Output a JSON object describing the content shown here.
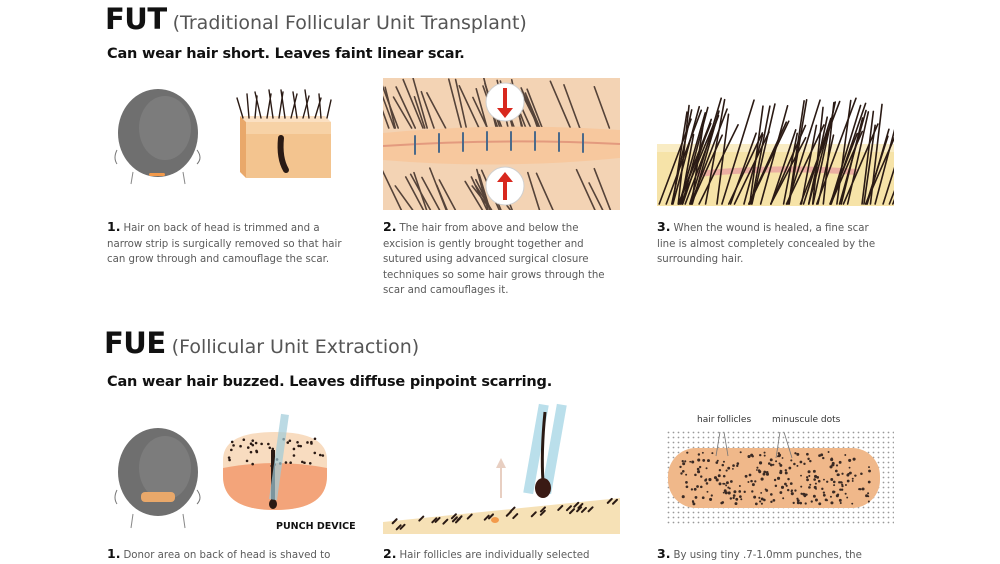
{
  "fut": {
    "abbr": "FUT",
    "full": "(Traditional Follicular Unit Transplant)",
    "subtitle": "Can wear hair short. Leaves faint linear scar.",
    "steps": [
      {
        "num": "1.",
        "text": "Hair on back of head  is trimmed and a narrow strip is surgically removed so that hair can grow through and camouflage the scar."
      },
      {
        "num": "2.",
        "text": "The hair from above and below the excision is gently brought together and sutured using advanced surgical closure techniques so some hair grows through the scar and camouflages it."
      },
      {
        "num": "3.",
        "text": "When the wound is healed, a fine scar line is almost completely concealed by the surrounding hair."
      }
    ]
  },
  "fue": {
    "abbr": "FUE",
    "full": "(Follicular Unit Extraction)",
    "subtitle": "Can wear hair buzzed. Leaves diffuse pinpoint scarring.",
    "labels": {
      "punch_device": "PUNCH DEVICE",
      "hair_follicles": "hair follicles",
      "minuscule_dots": "minuscule dots"
    },
    "steps": [
      {
        "num": "1.",
        "text": "Donor area on back of head is shaved to"
      },
      {
        "num": "2.",
        "text": "Hair follicles are individually selected"
      },
      {
        "num": "3.",
        "text": "By using tiny .7-1.0mm punches, the"
      }
    ]
  },
  "colors": {
    "skin": "#f3c48f",
    "skin_dark": "#e9a86a",
    "hair": "#2a1a14",
    "scar": "#e8a0a0",
    "arrow": "#d8281e",
    "head": "#6f6f6f"
  }
}
